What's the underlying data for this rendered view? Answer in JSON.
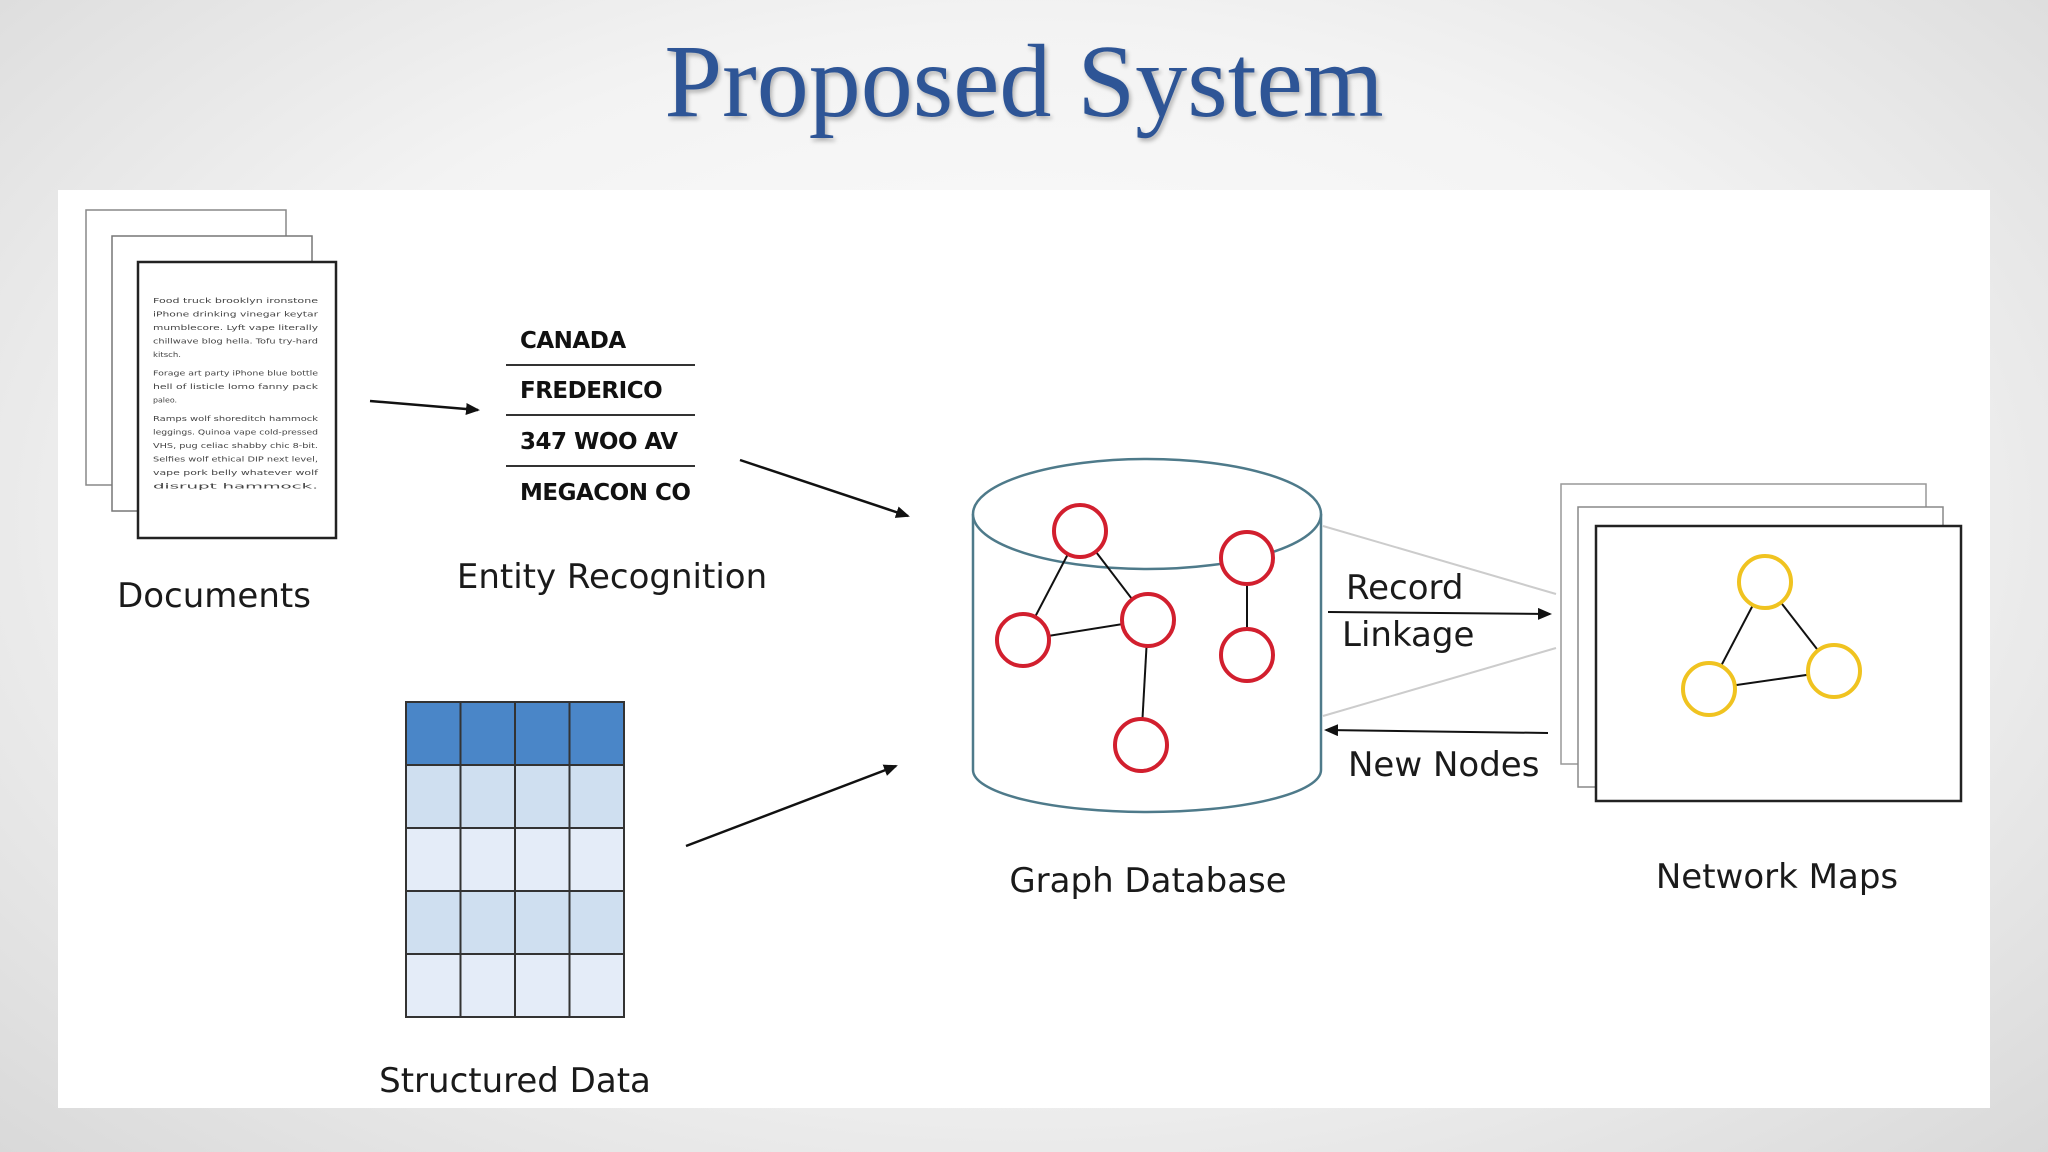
{
  "slide": {
    "title": "Proposed System"
  },
  "documents": {
    "label": "Documents",
    "text_lines": [
      "Food truck brooklyn ironstone",
      "iPhone drinking vinegar keytar",
      "mumblecore. Lyft vape literally",
      "chillwave blog hella. Tofu try-hard",
      "kitsch.",
      "",
      "Forage art party iPhone blue bottle",
      "hell of listicle lomo fanny pack",
      "paleo.",
      "",
      "Ramps wolf shoreditch hammock",
      "leggings. Quinoa vape cold-pressed",
      "VHS, pug celiac shabby chic 8-bit.",
      "Selfies wolf ethical DIP next level,",
      "vape pork belly whatever wolf",
      "disrupt hammock."
    ]
  },
  "entity_recognition": {
    "label": "Entity Recognition",
    "entities": [
      "CANADA",
      "FREDERICO",
      "347 WOO AV",
      "MEGACON CO"
    ]
  },
  "structured_data": {
    "label": "Structured Data",
    "colors": {
      "header": "#4a86c8",
      "row_light": "#cfdff0",
      "row_lighter": "#e4ecf8",
      "border": "#333333"
    }
  },
  "graph_database": {
    "label": "Graph Database",
    "node_color": "#d21f2e"
  },
  "record_linkage": {
    "label_line1": "Record",
    "label_line2": "Linkage"
  },
  "new_nodes": {
    "label": "New Nodes"
  },
  "network_maps": {
    "label": "Network Maps",
    "node_color": "#f0c320"
  },
  "colors": {
    "title": "#2e5596",
    "cylinder_stroke": "#4e7a8a"
  }
}
